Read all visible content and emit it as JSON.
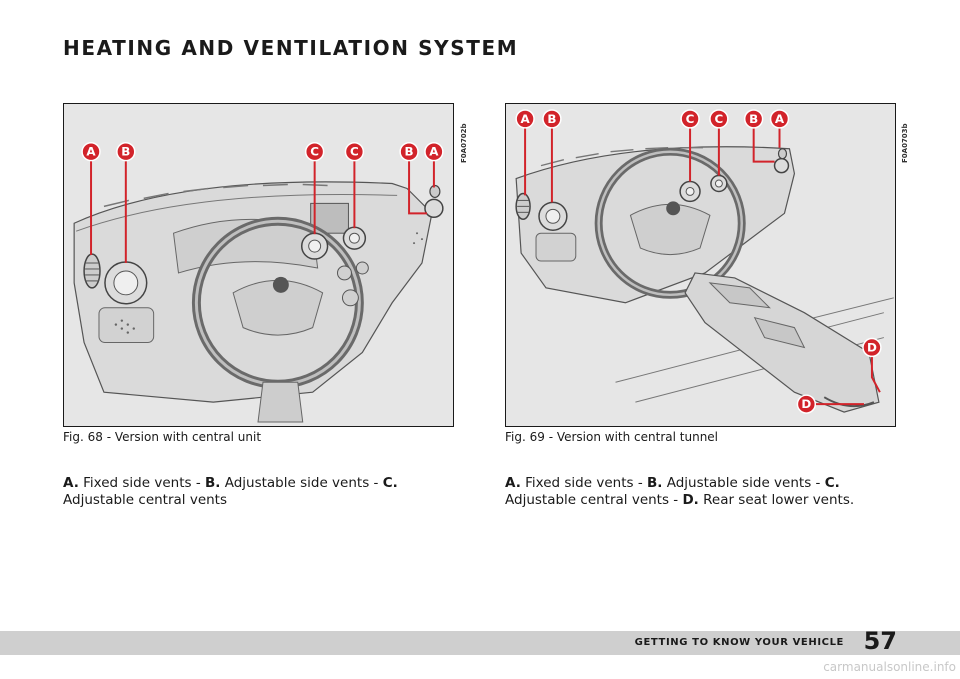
{
  "page": {
    "title": "HEATING AND VENTILATION SYSTEM",
    "footer_section": "GETTING TO KNOW YOUR VEHICLE",
    "page_number": "57",
    "watermark": "carmanualsonline.info"
  },
  "colors": {
    "marker": "#d2232a",
    "figure_bg": "#e6e6e6",
    "footer_band": "#cfcfcf"
  },
  "figures": [
    {
      "code": "F0A0702b",
      "caption": "Fig. 68 - Version with central unit",
      "markers": [
        "A",
        "B",
        "C",
        "C",
        "B",
        "A"
      ],
      "legend": [
        {
          "letter": "A.",
          "text": "Fixed side vents - "
        },
        {
          "letter": "B.",
          "text": "Adjustable side vents - "
        },
        {
          "letter": "C.",
          "text": "Adjustable central vents"
        }
      ]
    },
    {
      "code": "F0A0703b",
      "caption": "Fig. 69 - Version with central tunnel",
      "markers": [
        "A",
        "B",
        "C",
        "C",
        "B",
        "A",
        "D",
        "D"
      ],
      "legend": [
        {
          "letter": "A.",
          "text": "Fixed side vents - "
        },
        {
          "letter": "B.",
          "text": "Adjustable side vents - "
        },
        {
          "letter": "C.",
          "text": "Adjustable central vents - "
        },
        {
          "letter": "D.",
          "text": "Rear seat lower vents."
        }
      ]
    }
  ]
}
